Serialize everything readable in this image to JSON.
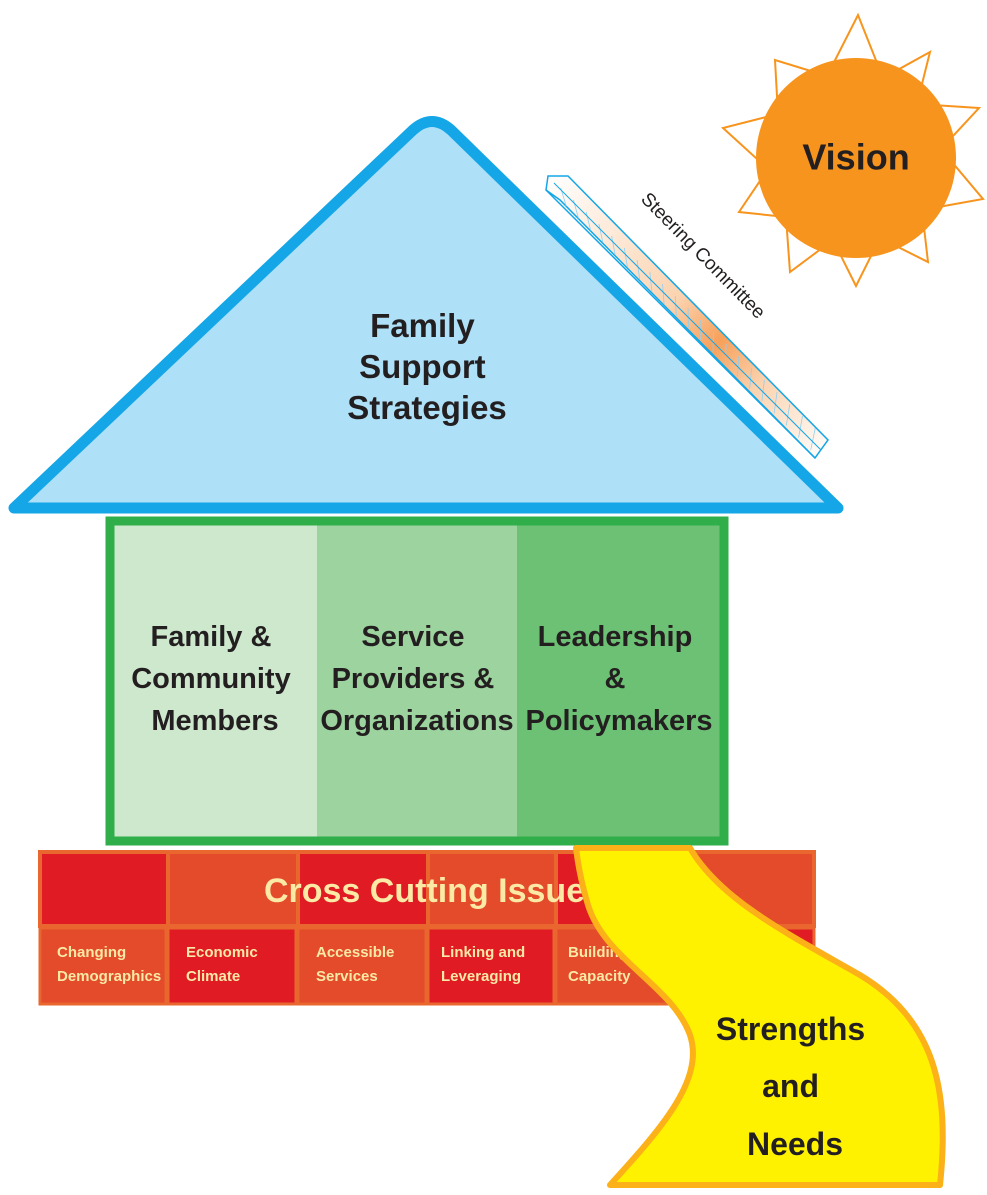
{
  "sun": {
    "label": "Vision"
  },
  "roof": {
    "lines": [
      "Family",
      "Support",
      "Strategies"
    ]
  },
  "solar_panel": {
    "label": "Steering Committee"
  },
  "pillars": [
    {
      "lines": [
        "Family &",
        "Community",
        "Members"
      ]
    },
    {
      "lines": [
        "Service",
        "Providers &",
        "Organizations"
      ]
    },
    {
      "lines": [
        "Leadership",
        "&",
        "Policymakers"
      ]
    }
  ],
  "foundation": {
    "title": "Cross Cutting Issues",
    "bricks": [
      {
        "lines": [
          "Changing",
          "Demographics"
        ]
      },
      {
        "lines": [
          "Economic",
          "Climate"
        ]
      },
      {
        "lines": [
          "Accessible",
          "Services"
        ]
      },
      {
        "lines": [
          "Linking and",
          "Leveraging"
        ]
      },
      {
        "lines": [
          "Building",
          "Capacity"
        ]
      }
    ]
  },
  "path": {
    "lines": [
      "Strengths",
      "and",
      "Needs"
    ]
  },
  "colors": {
    "roof_fill": "#aee0f8",
    "roof_stroke": "#14a6e6",
    "sun_fill": "#f7941d",
    "wall_stroke": "#2fae49",
    "pillar_1": "#cde8cc",
    "pillar_2": "#9dd39e",
    "pillar_3": "#6dc174",
    "brick_red": "#e01b24",
    "brick_orange": "#e34b2a",
    "brick_stroke": "#e9662f",
    "foundation_title": "#fbe9a6",
    "path_fill": "#fff200",
    "path_stroke": "#fbb117"
  }
}
